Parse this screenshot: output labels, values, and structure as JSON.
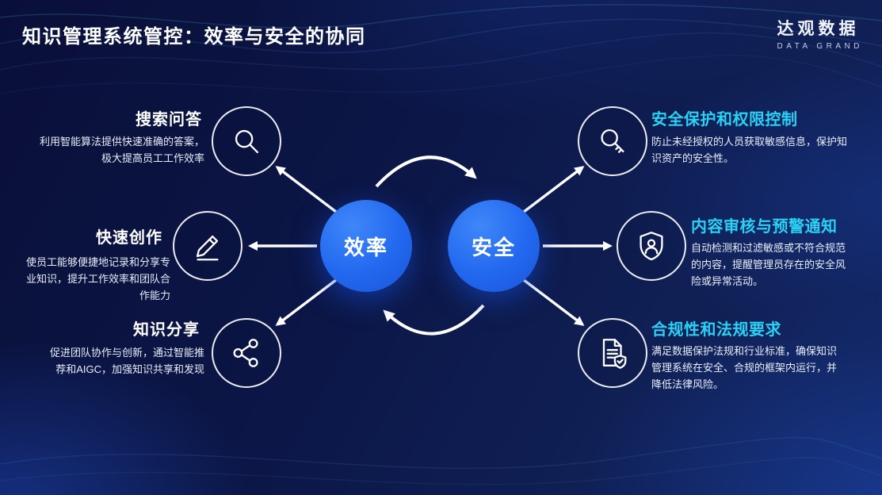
{
  "header": {
    "title": "知识管理系统管控：效率与安全的协同",
    "logo_name": "达观数据",
    "logo_subtitle": "DATA GRAND"
  },
  "center": {
    "efficiency_label": "效率",
    "security_label": "安全"
  },
  "left_items": [
    {
      "icon": "search-icon",
      "title": "搜索问答",
      "desc": "利用智能算法提供快速准确的答案，极大提高员工工作效率"
    },
    {
      "icon": "pencil-icon",
      "title": "快速创作",
      "desc": "使员工能够便捷地记录和分享专业知识，提升工作效率和团队合作能力"
    },
    {
      "icon": "share-icon",
      "title": "知识分享",
      "desc": "促进团队协作与创新，通过智能推荐和AIGC，加强知识共享和发现"
    }
  ],
  "right_items": [
    {
      "icon": "key-search-icon",
      "title": "安全保护和权限控制",
      "desc": "防止未经授权的人员获取敏感信息，保护知识资产的安全性。"
    },
    {
      "icon": "shield-user-icon",
      "title": "内容审核与预警通知",
      "desc": "自动检测和过滤敏感或不符合规范的内容，提醒管理员存在的安全风险或异常活动。"
    },
    {
      "icon": "document-shield-icon",
      "title": "合规性和法规要求",
      "desc": "满足数据保护法规和行业标准，确保知识管理系统在安全、合规的框架内运行，并降低法律风险。"
    }
  ],
  "colors": {
    "background": "#0c1748",
    "hub_blue": "#2268ef",
    "title_cyan": "#29d1f4",
    "text_white": "#ffffff"
  }
}
